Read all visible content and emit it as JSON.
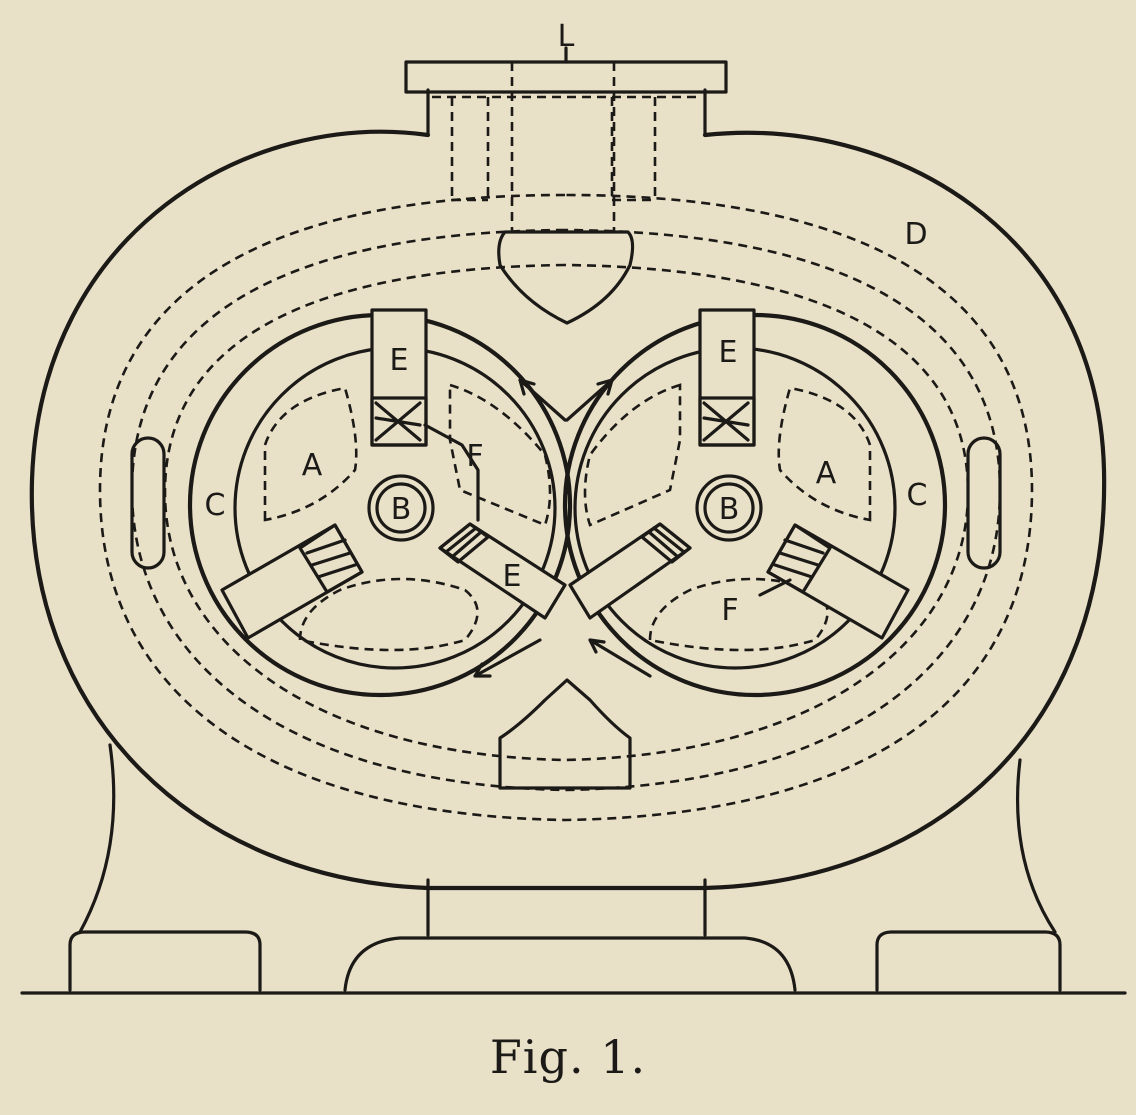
{
  "figure": {
    "caption": "Fig. 1.",
    "labels": {
      "L": "L",
      "D": "D",
      "E": "E",
      "A": "A",
      "B": "B",
      "C": "C",
      "F": "F"
    }
  },
  "colors": {
    "paper": "#e9e0c8",
    "ink": "#1c1a17"
  }
}
